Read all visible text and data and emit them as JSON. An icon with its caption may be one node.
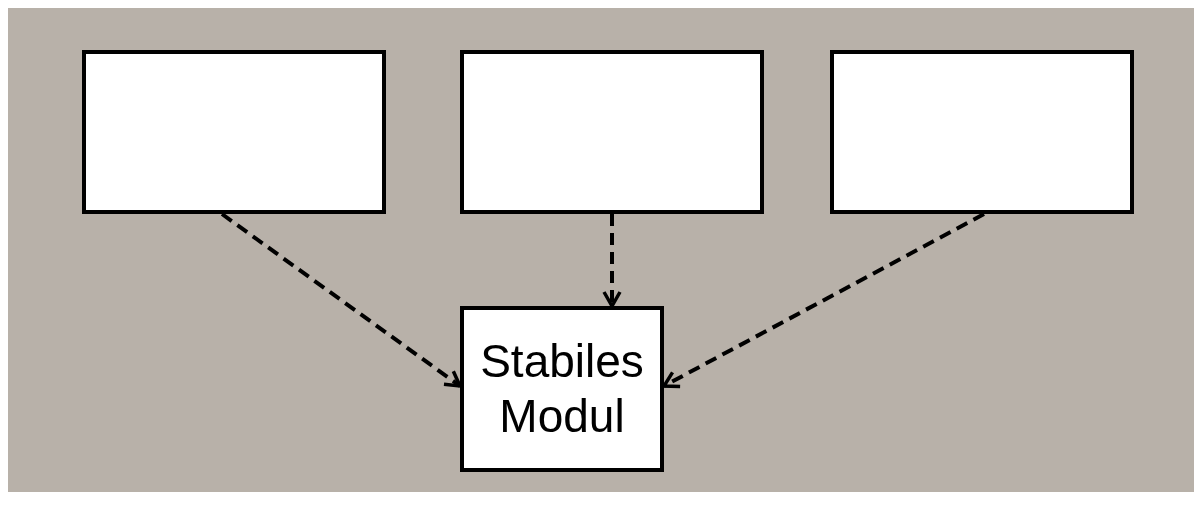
{
  "diagram": {
    "nodes": [
      {
        "text": [],
        "shape": "box"
      },
      {
        "text": [],
        "shape": "box"
      },
      {
        "text": [],
        "shape": "box"
      },
      {
        "text": [
          "Stabiles Modul"
        ]
      }
    ],
    "edges": [
      {
        "from": 0,
        "to": 3,
        "arrow": "to",
        "style": "dashed"
      },
      {
        "from": 1,
        "to": 3,
        "arrow": "to",
        "style": "dashed"
      },
      {
        "from": 2,
        "to": 3,
        "arrow": "to",
        "style": "dashed"
      }
    ]
  }
}
